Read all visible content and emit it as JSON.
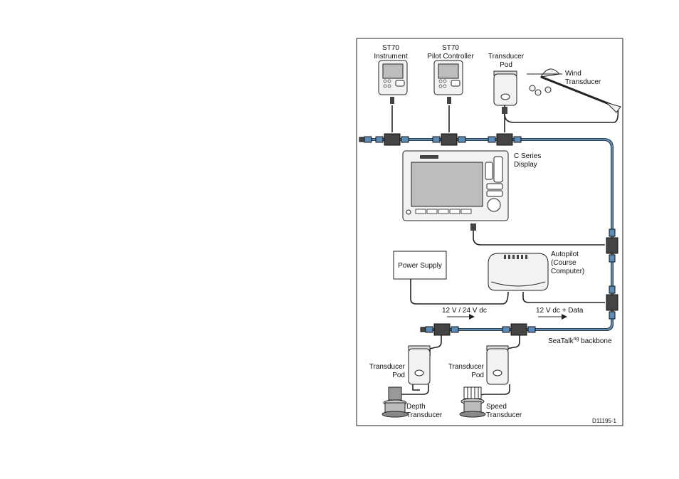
{
  "figure_id": "D11195-1",
  "labels": {
    "st70_instrument": [
      "ST70",
      "Instrument"
    ],
    "st70_pilot": [
      "ST70",
      "Pilot Controller"
    ],
    "transducer_pod_top": [
      "Transducer",
      "Pod"
    ],
    "wind_transducer": [
      "Wind",
      "Transducer"
    ],
    "c_series": [
      "C Series",
      "Display"
    ],
    "power_supply": "Power Supply",
    "autopilot": [
      "Autopilot",
      "(Course",
      "Computer)"
    ],
    "power_arrow": "12 V / 24 V dc",
    "data_arrow": "12 V dc + Data",
    "backbone_main": "SeaTalk",
    "backbone_sup": "ng",
    "backbone_rest": " backbone",
    "pod_left": [
      "Transducer",
      "Pod"
    ],
    "pod_right": [
      "Transducer",
      "Pod"
    ],
    "depth_transducer": [
      "Depth",
      "Transducer"
    ],
    "speed_transducer": [
      "Speed",
      "Transducer"
    ]
  },
  "colors": {
    "backbone": "#5b8db8",
    "line": "#222222",
    "connector": "#444444",
    "device_fill": "#f2f2f2",
    "screen": "#bdbdbd"
  }
}
